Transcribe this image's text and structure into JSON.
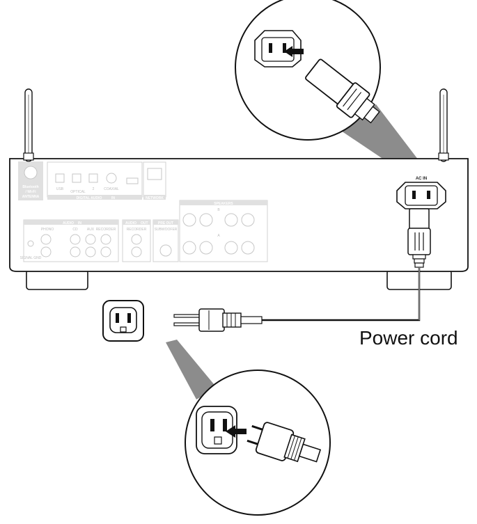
{
  "callout": {
    "power_cord": "Power cord"
  },
  "rear_panel": {
    "bluetooth_antenna_lines": [
      "Bluetooth",
      "/ Wi-Fi",
      "ANTENNA"
    ],
    "digital_inputs": [
      "USB",
      "OPTICAL",
      "2",
      "COAXIAL"
    ],
    "digital_audio_in": "DIGITAL AUDIO",
    "in_badge": "IN",
    "out_badge": "OUT",
    "network": "NETWORK",
    "audio_in": "AUDIO",
    "analog_inputs": [
      "PHONO",
      "CD",
      "AUX",
      "RECORDER"
    ],
    "signal_gnd": "SIGNAL GND",
    "audio_out": "AUDIO",
    "recorder_out": "RECORDER",
    "pre_out": "PRE OUT",
    "subwoofer": "SUBWOOFER",
    "speakers": "SPEAKERS",
    "speaker_channels": [
      "A",
      "B"
    ],
    "ac_in": "AC IN"
  },
  "colors": {
    "line": "#111111",
    "panel_gray": "#c8c8c8",
    "connector_dark": "#444444",
    "callout_cone": "#8c8c8c"
  }
}
